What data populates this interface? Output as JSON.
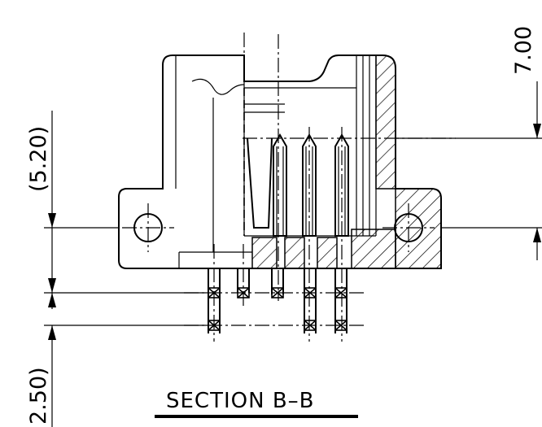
{
  "drawing": {
    "title": "SECTION B–B",
    "dimensions": {
      "top_right": "7.00",
      "left_upper": "(5.20)",
      "left_lower": "2.50)"
    }
  }
}
